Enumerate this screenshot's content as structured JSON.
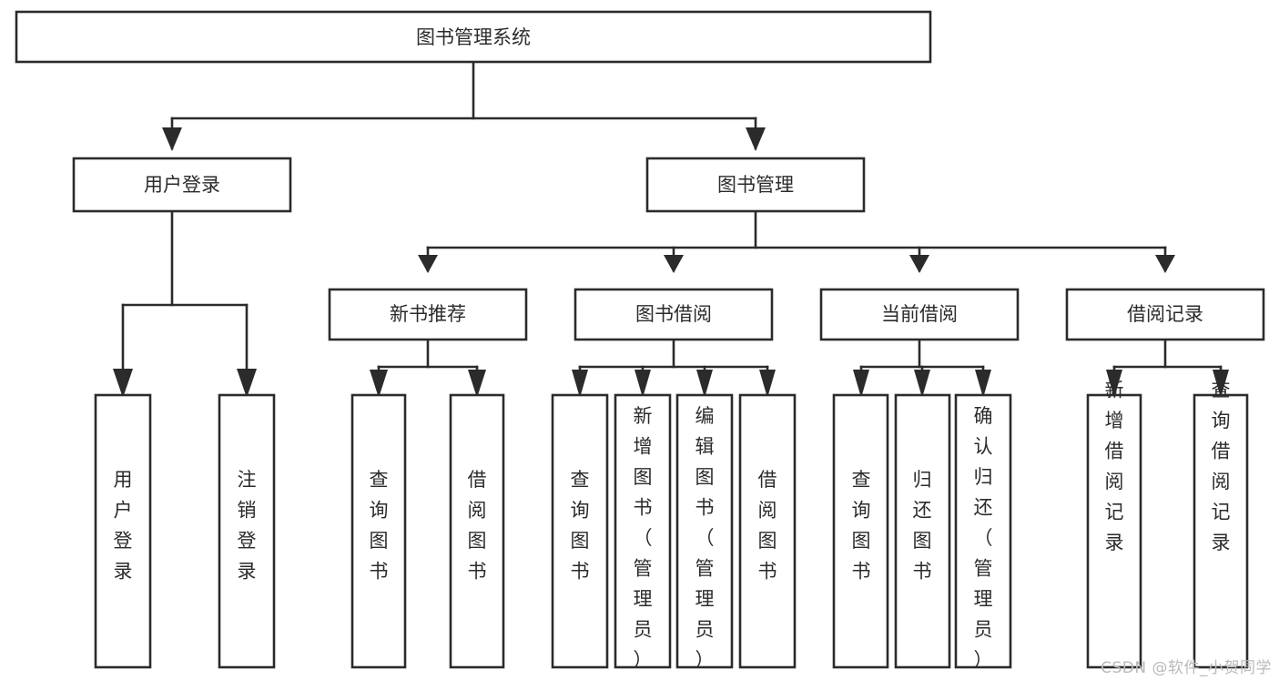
{
  "diagram": {
    "title": "图书管理系统",
    "type": "tree-hierarchy",
    "colors": {
      "stroke": "#2b2b2b",
      "fill": "#ffffff",
      "background": "#ffffff",
      "watermark": "#b9b9b9"
    },
    "levels": {
      "root": {
        "label": "图书管理系统"
      },
      "level2": [
        {
          "label": "用户登录"
        },
        {
          "label": "图书管理"
        }
      ],
      "level3": [
        {
          "label": "新书推荐"
        },
        {
          "label": "图书借阅"
        },
        {
          "label": "当前借阅"
        },
        {
          "label": "借阅记录"
        }
      ],
      "leaves": {
        "user_login": [
          {
            "label": "用户登录"
          },
          {
            "label": "注销登录"
          }
        ],
        "new_book_recommend": [
          {
            "label": "查询图书"
          },
          {
            "label": "借阅图书"
          }
        ],
        "book_borrow": [
          {
            "label": "查询图书"
          },
          {
            "label": "新增图书（管理员）"
          },
          {
            "label": "编辑图书（管理员）"
          },
          {
            "label": "借阅图书"
          }
        ],
        "current_borrow": [
          {
            "label": "查询图书"
          },
          {
            "label": "归还图书"
          },
          {
            "label": "确认归还（管理员）"
          }
        ],
        "borrow_record": [
          {
            "label": "新增借阅记录"
          },
          {
            "label": "查询借阅记录"
          }
        ]
      }
    }
  },
  "watermark": {
    "text": "CSDN @软件_小贺同学"
  }
}
